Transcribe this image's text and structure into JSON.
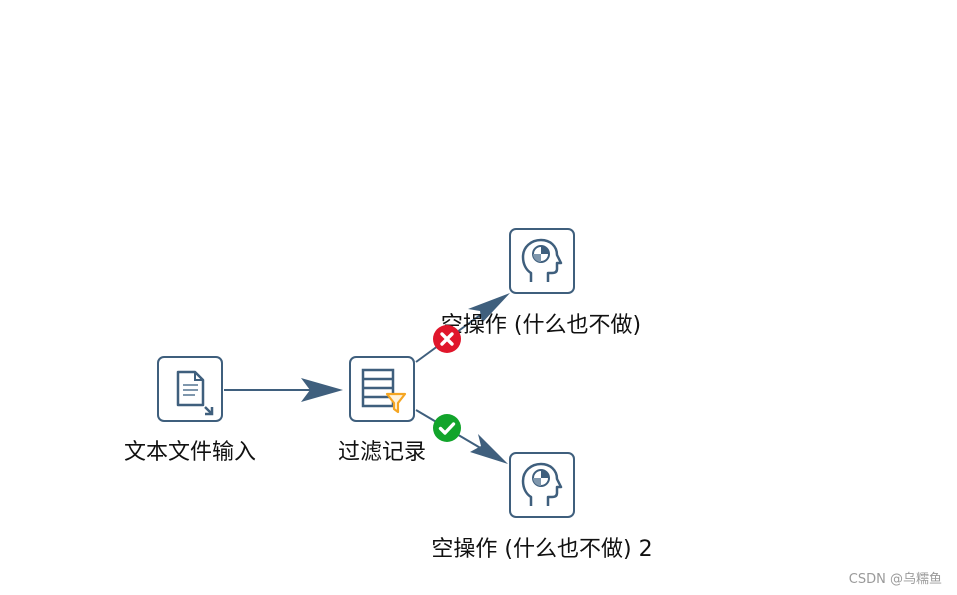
{
  "nodes": {
    "text_input": {
      "label": "文本文件输入",
      "icon": "text-file-input-icon"
    },
    "filter": {
      "label": "过滤记录",
      "icon": "filter-rows-icon"
    },
    "dummy_1": {
      "label": "空操作 (什么也不做)",
      "icon": "dummy-step-icon"
    },
    "dummy_2": {
      "label": "空操作 (什么也不做) 2",
      "icon": "dummy-step-icon"
    }
  },
  "hops": [
    {
      "from": "文本文件输入",
      "to": "过滤记录",
      "type": "normal"
    },
    {
      "from": "过滤记录",
      "to": "空操作 (什么也不做)",
      "type": "false",
      "badge": "error-badge-icon"
    },
    {
      "from": "过滤记录",
      "to": "空操作 (什么也不做) 2",
      "type": "true",
      "badge": "check-badge-icon"
    }
  ],
  "colors": {
    "hop_line": "#3f5f7d",
    "node_border": "#3f5f7d",
    "false_badge": "#e0162b",
    "true_badge": "#12a42b",
    "filter_accent": "#f5a623"
  },
  "watermark": "CSDN @乌糯鱼"
}
